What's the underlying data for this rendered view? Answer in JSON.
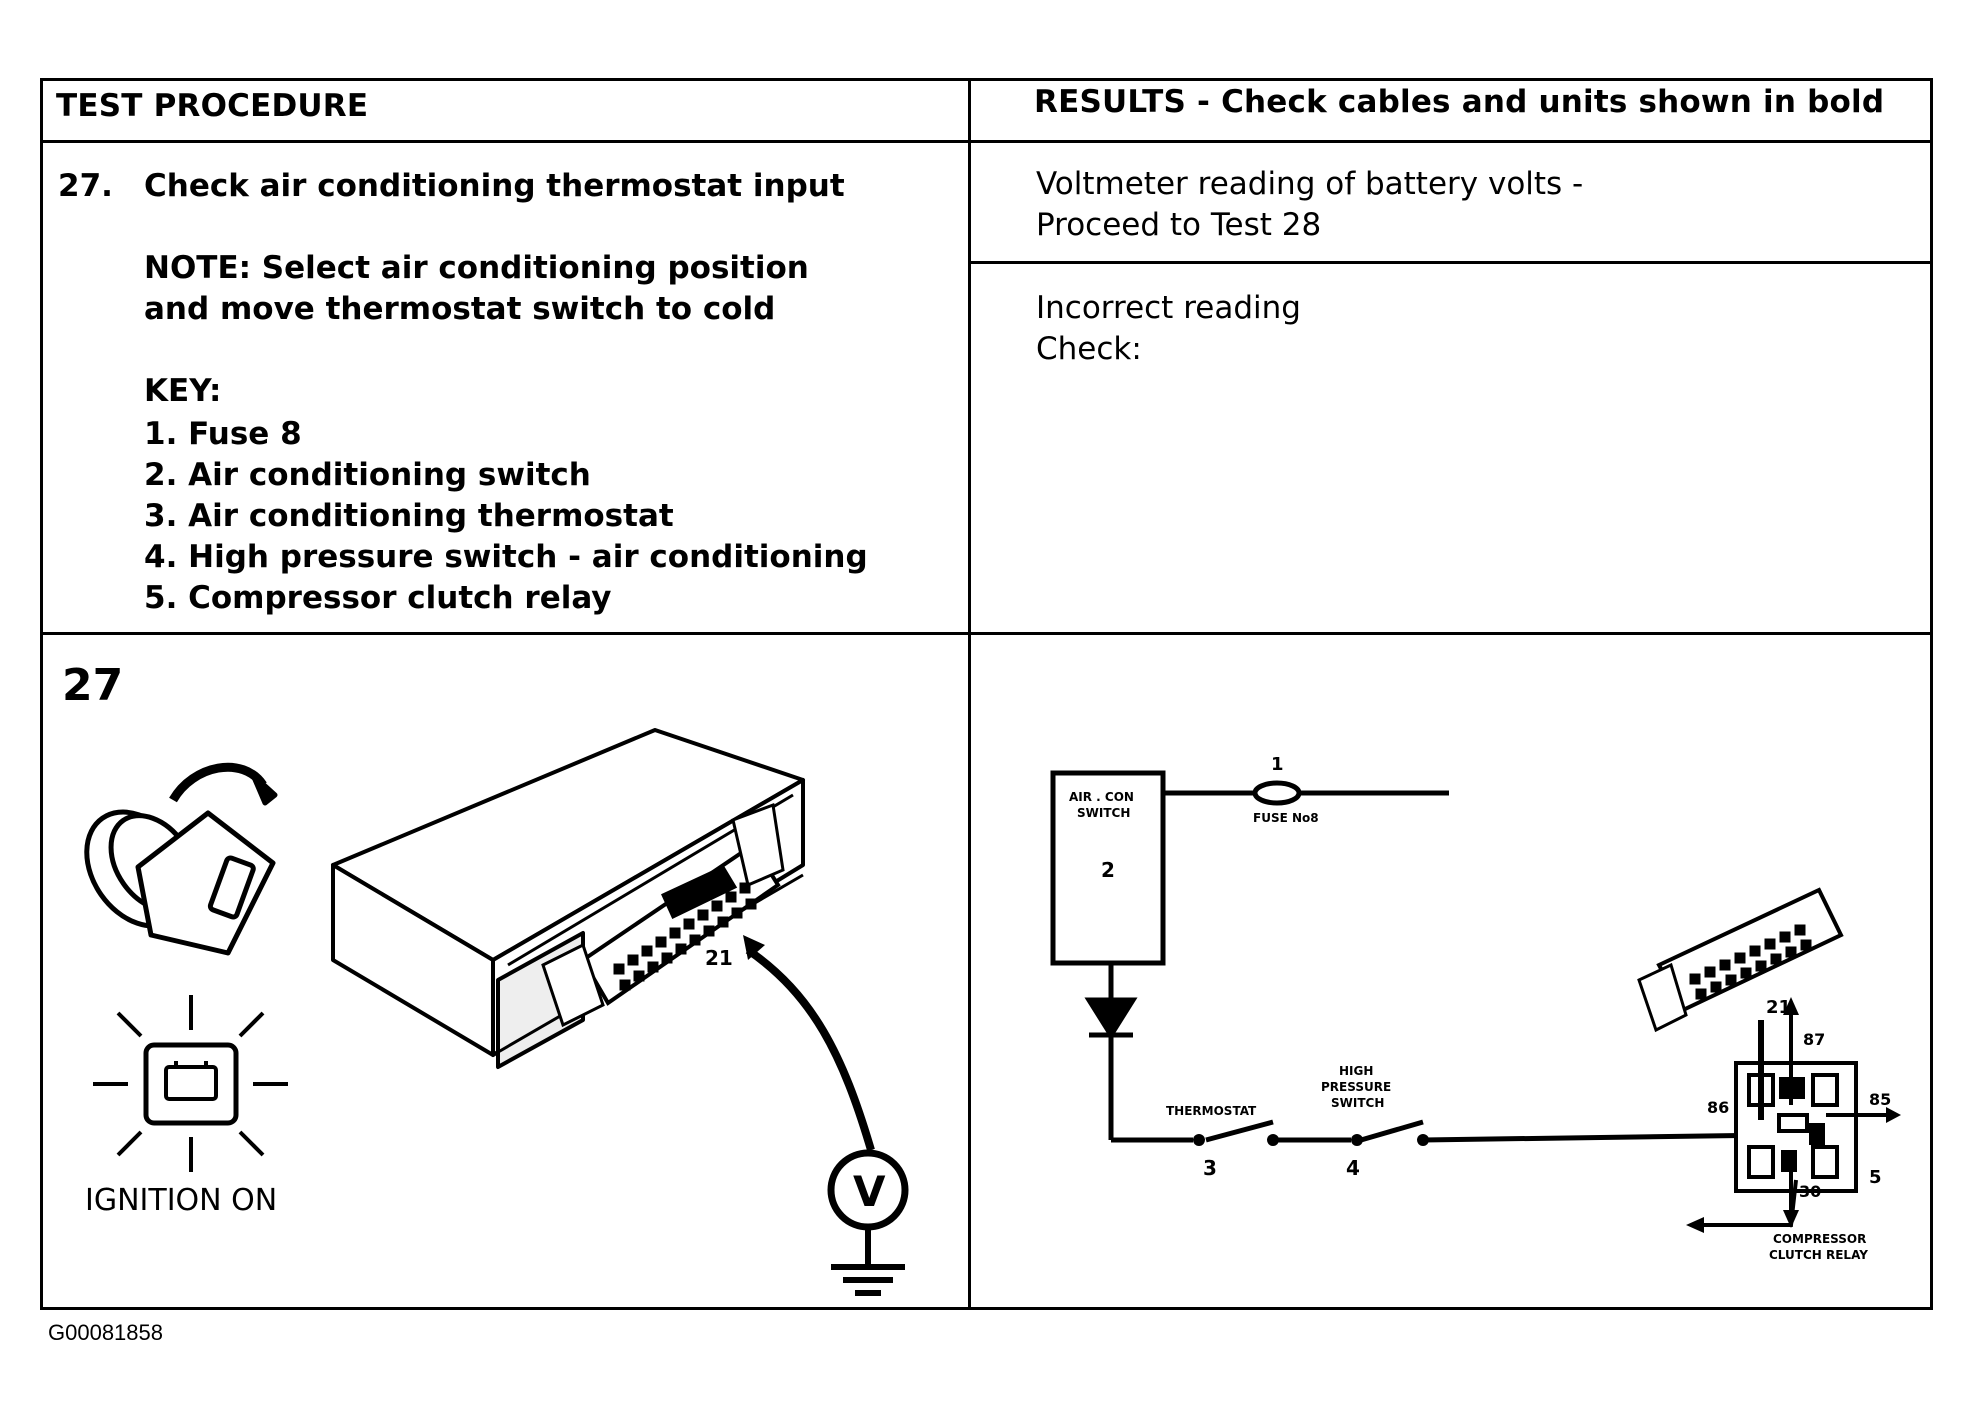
{
  "header": {
    "left": "TEST PROCEDURE",
    "right": "RESULTS - Check cables and units shown in bold"
  },
  "test": {
    "number": "27.",
    "title": "Check air conditioning thermostat input",
    "note_line1": "NOTE: Select air conditioning position",
    "note_line2": "and move thermostat switch to cold",
    "key_label": "KEY:",
    "key_items": [
      "1. Fuse 8",
      "2. Air conditioning switch",
      "3. Air conditioning thermostat",
      "4. High pressure switch - air conditioning",
      "5. Compressor clutch relay"
    ]
  },
  "results": {
    "correct_line1": "Voltmeter reading of battery volts -",
    "correct_line2": "Proceed to Test 28",
    "incorrect_line1": "Incorrect reading",
    "incorrect_line2": "Check:"
  },
  "figure": {
    "number": "27",
    "ignition_label": "IGNITION ON",
    "pin_label": "21",
    "meter_symbol": "V"
  },
  "circuit": {
    "switch_label_1": "AIR . CON",
    "switch_label_2": "SWITCH",
    "switch_number": "2",
    "fuse_number": "1",
    "fuse_label": "FUSE No8",
    "thermostat_label": "THERMOSTAT",
    "thermostat_number": "3",
    "hp_label_1": "HIGH",
    "hp_label_2": "PRESSURE",
    "hp_label_3": "SWITCH",
    "hp_number": "4",
    "pin_21": "21",
    "pin_87": "87",
    "pin_86": "86",
    "pin_85": "85",
    "pin_30": "30",
    "relay_number": "5",
    "relay_label_1": "COMPRESSOR",
    "relay_label_2": "CLUTCH RELAY"
  },
  "reference_code": "G00081858"
}
